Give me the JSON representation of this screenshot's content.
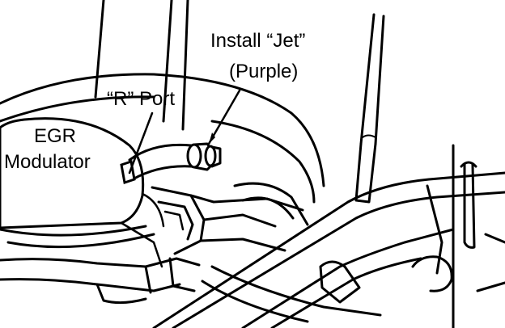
{
  "labels": {
    "egr_line1": "EGR",
    "egr_line2": "Modulator",
    "r_port": "“R” Port",
    "jet_line1": "Install “Jet”",
    "jet_line2": "(Purple)"
  },
  "colors": {
    "ink": "#000000",
    "paper": "#ffffff"
  }
}
